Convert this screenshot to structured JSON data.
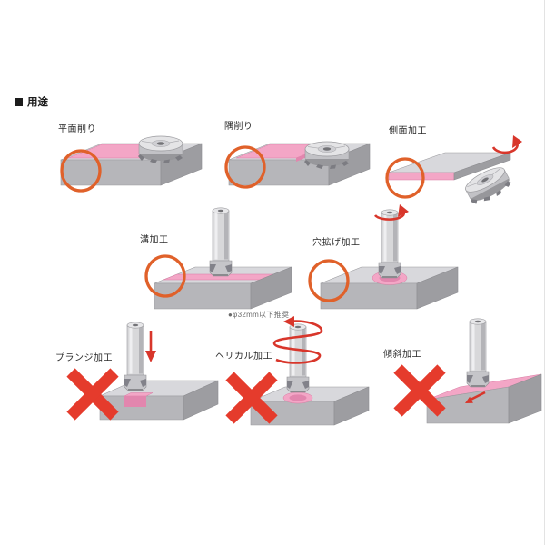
{
  "section": {
    "title": "用途"
  },
  "cells": [
    {
      "id": "face-milling",
      "label": "平面削り",
      "allowed": true,
      "marker": "highlight-circle"
    },
    {
      "id": "corner-milling",
      "label": "隅削り",
      "allowed": true,
      "marker": "highlight-circle"
    },
    {
      "id": "side-milling",
      "label": "側面加工",
      "allowed": true,
      "marker": "highlight-circle"
    },
    {
      "id": "slot-milling",
      "label": "溝加工",
      "allowed": true,
      "marker": "highlight-circle"
    },
    {
      "id": "hole-enlarging",
      "label": "穴拡げ加工",
      "allowed": true,
      "marker": "highlight-circle"
    },
    {
      "id": "plunge-milling",
      "label": "プランジ加工",
      "allowed": false,
      "marker": "prohibited-x"
    },
    {
      "id": "helical-milling",
      "label": "ヘリカル加工",
      "allowed": false,
      "marker": "prohibited-x"
    },
    {
      "id": "ramping",
      "label": "傾斜加工",
      "allowed": false,
      "marker": "prohibited-x"
    }
  ],
  "note": "●φ32mm以下推奨",
  "colors": {
    "highlight_ring": "#e0612a",
    "prohibited_x": "#e53b2c",
    "rotation_arrow": "#d8362b",
    "machined_surface": "#f3a6c6",
    "workpiece_top": "#d8d8dc",
    "workpiece_front": "#b6b6ba",
    "workpiece_side": "#9d9da1"
  }
}
